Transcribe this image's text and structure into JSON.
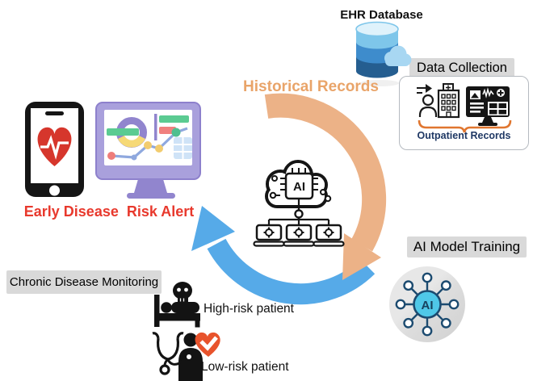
{
  "labels": {
    "ehr_database": "EHR Database",
    "historical_records": "Historical Records",
    "data_collection": "Data Collection",
    "outpatient_records": "Outpatient Records",
    "ai_model_training": "AI Model Training",
    "ai_network_node": "AI",
    "ai_cloud_chip": "AI",
    "early_disease_risk_alert": "Early Disease  Risk Alert",
    "chronic_disease_monitoring": "Chronic Disease Monitoring",
    "high_risk_patient": "High-risk patient",
    "low_risk_patient": "Low-risk patient"
  },
  "colors": {
    "historical_arc": "#ECB287",
    "feedback_arc": "#56AAE8",
    "alert_text": "#E8392D",
    "historical_text": "#E9A469",
    "outpatient_text": "#1F3864",
    "label_box_bg": "#D9D9D9",
    "bracket": "#E0762F",
    "ai_node_fill": "#4FC8E8",
    "ai_node_stroke": "#1C4B70",
    "monitor_purple": "#A9A0DC",
    "heart_red": "#D6362C",
    "risk_heart_orange": "#E8532C",
    "db_blue_dark": "#255E90",
    "db_blue_mid": "#3E8CCC",
    "db_blue_light": "#7EC6EA"
  }
}
